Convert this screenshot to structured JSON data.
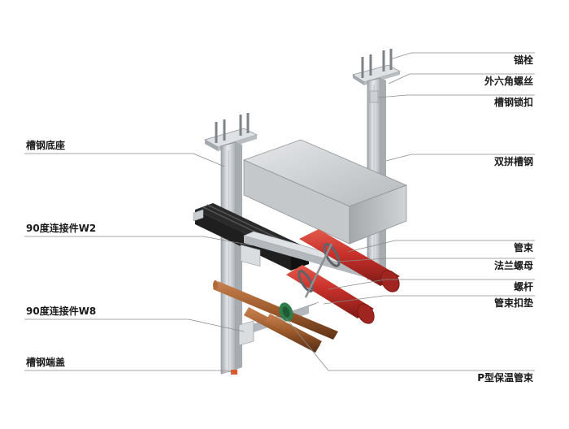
{
  "labels": {
    "anchor_bolt": "锚栓",
    "hex_nut": "外六角螺丝",
    "channel_lock": "槽钢锁扣",
    "double_channel": "双拼槽钢",
    "channel_base": "槽钢底座",
    "connector_w2": "90度连接件W2",
    "pipe_clamp": "管束",
    "flange_nut": "法兰螺母",
    "threaded_rod": "螺杆",
    "clamp_pad": "管束扣垫",
    "connector_w8": "90度连接件W8",
    "end_cap": "槽钢端盖",
    "p_clamp": "P型保温管束"
  },
  "colors": {
    "steel": "#c9ced3",
    "duct": "#b9bcbe",
    "pipe_red": "#c8302a",
    "pipe_copper": "#9c5a2b",
    "tray_black": "#1f1f1f",
    "leader": "#8a8a8a"
  }
}
